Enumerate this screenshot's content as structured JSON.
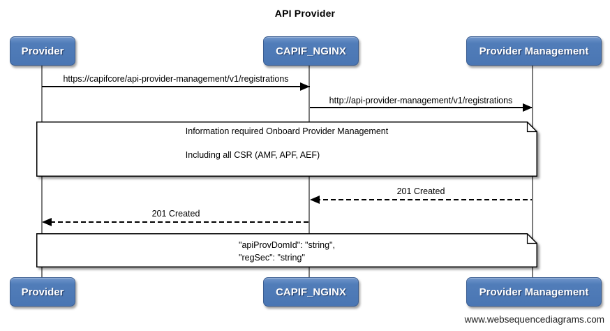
{
  "title": "API Provider",
  "actors": [
    "Provider",
    "CAPIF_NGINX",
    "Provider Management"
  ],
  "messages": [
    {
      "label": "https://capifcore/api-provider-management/v1/registrations",
      "style": "solid",
      "from": "Provider",
      "to": "CAPIF_NGINX"
    },
    {
      "label": "http://api-provider-management/v1/registrations",
      "style": "solid",
      "from": "CAPIF_NGINX",
      "to": "Provider Management"
    },
    {
      "label": "201 Created",
      "style": "dashed",
      "from": "Provider Management",
      "to": "CAPIF_NGINX"
    },
    {
      "label": "201 Created",
      "style": "dashed",
      "from": "CAPIF_NGINX",
      "to": "Provider"
    }
  ],
  "notes": [
    {
      "lines": [
        "Information required Onboard Provider Management",
        "Including all CSR (AMF, APF, AEF)"
      ]
    },
    {
      "lines": [
        "\"apiProvDomId\": \"string\",",
        "\"regSec\": \"string\""
      ]
    }
  ],
  "watermark": "www.websequencediagrams.com",
  "colors": {
    "actor_fill": "#4d79b6",
    "actor_border": "#3a5d91",
    "lifeline": "#7b7b7b",
    "message_line": "#000000",
    "note_fill": "#ffffff",
    "note_border": "#000000"
  }
}
